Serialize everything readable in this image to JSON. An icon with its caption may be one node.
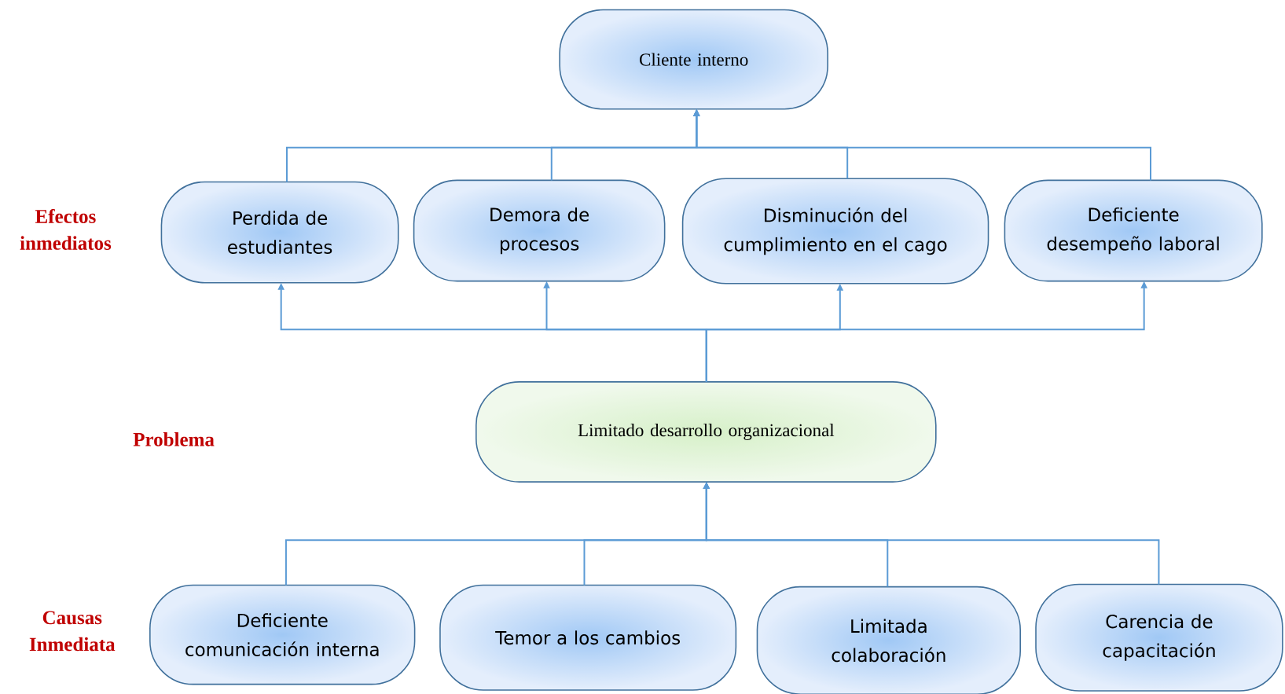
{
  "diagram": {
    "nodes": [
      {
        "text": [
          "Cliente interno"
        ]
      },
      {
        "text": [
          "Perdida de estudiantes"
        ]
      },
      {
        "text": [
          "Demora de procesos"
        ]
      },
      {
        "text": [
          "Disminución del cumplimiento en el cago"
        ]
      },
      {
        "text": [
          "Deficiente desempeño laboral"
        ]
      },
      {
        "text": [
          "Limitado desarrollo organizacional"
        ]
      },
      {
        "text": [
          "Deficiente comunicación interna"
        ]
      },
      {
        "text": [
          "Temor a los cambios"
        ]
      },
      {
        "text": [
          "Limitada colaboración"
        ]
      },
      {
        "text": [
          "Carencia de capacitación"
        ]
      }
    ],
    "edges": [
      {
        "from": 1,
        "to": 0,
        "arrow": "to"
      },
      {
        "from": 2,
        "to": 0,
        "arrow": "to"
      },
      {
        "from": 3,
        "to": 0,
        "arrow": "to"
      },
      {
        "from": 4,
        "to": 0,
        "arrow": "to"
      },
      {
        "from": 5,
        "to": 1,
        "arrow": "to"
      },
      {
        "from": 5,
        "to": 2,
        "arrow": "to"
      },
      {
        "from": 5,
        "to": 3,
        "arrow": "to"
      },
      {
        "from": 5,
        "to": 4,
        "arrow": "to"
      },
      {
        "from": 6,
        "to": 5,
        "arrow": "to"
      },
      {
        "from": 7,
        "to": 5,
        "arrow": "to"
      },
      {
        "from": 8,
        "to": 5,
        "arrow": "to"
      },
      {
        "from": 9,
        "to": 5,
        "arrow": "to"
      }
    ],
    "labels": [
      "Efectos inmediatos",
      "Problema",
      "Causas Inmediata"
    ]
  }
}
